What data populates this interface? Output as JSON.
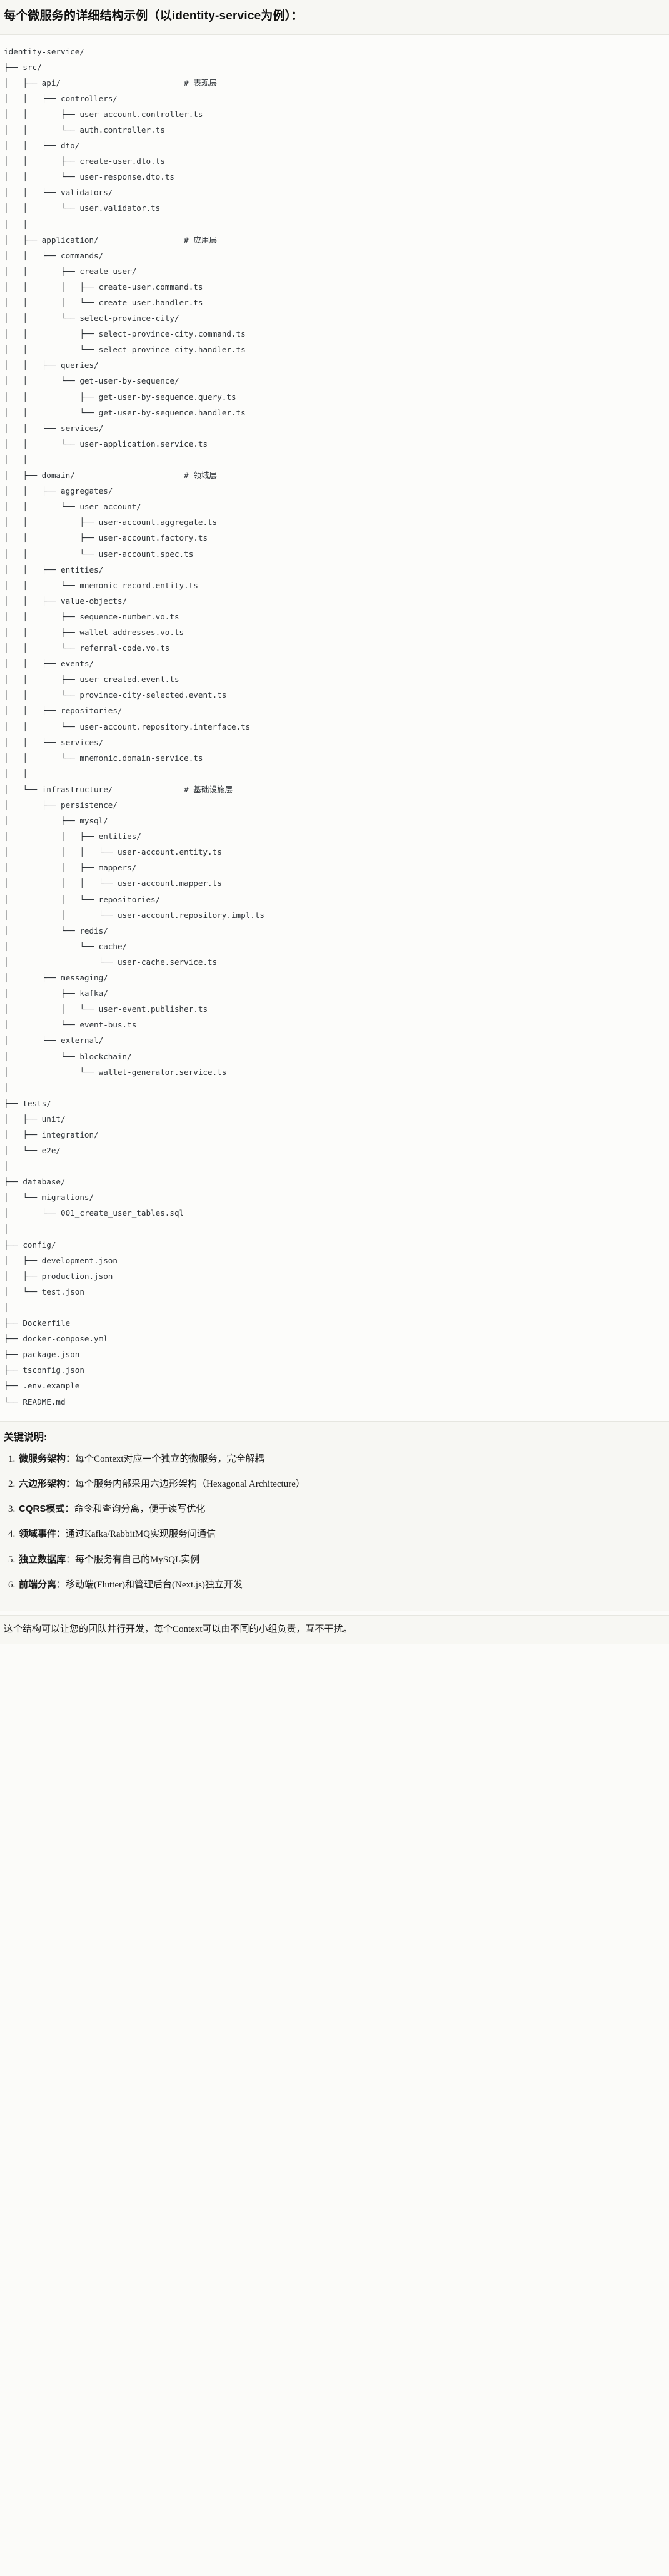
{
  "heading": {
    "text": "每个微服务的详细结构示例（以identity-service为例）："
  },
  "tree": {
    "root": "identity-service/",
    "comment_column": 38,
    "lines": [
      {
        "text": "identity-service/",
        "comment": ""
      },
      {
        "text": "├── src/",
        "comment": ""
      },
      {
        "text": "│   ├── api/",
        "comment": "# 表现层"
      },
      {
        "text": "│   │   ├── controllers/",
        "comment": ""
      },
      {
        "text": "│   │   │   ├── user-account.controller.ts",
        "comment": ""
      },
      {
        "text": "│   │   │   └── auth.controller.ts",
        "comment": ""
      },
      {
        "text": "│   │   ├── dto/",
        "comment": ""
      },
      {
        "text": "│   │   │   ├── create-user.dto.ts",
        "comment": ""
      },
      {
        "text": "│   │   │   └── user-response.dto.ts",
        "comment": ""
      },
      {
        "text": "│   │   └── validators/",
        "comment": ""
      },
      {
        "text": "│   │       └── user.validator.ts",
        "comment": ""
      },
      {
        "text": "│   │",
        "comment": ""
      },
      {
        "text": "│   ├── application/",
        "comment": "# 应用层"
      },
      {
        "text": "│   │   ├── commands/",
        "comment": ""
      },
      {
        "text": "│   │   │   ├── create-user/",
        "comment": ""
      },
      {
        "text": "│   │   │   │   ├── create-user.command.ts",
        "comment": ""
      },
      {
        "text": "│   │   │   │   └── create-user.handler.ts",
        "comment": ""
      },
      {
        "text": "│   │   │   └── select-province-city/",
        "comment": ""
      },
      {
        "text": "│   │   │       ├── select-province-city.command.ts",
        "comment": ""
      },
      {
        "text": "│   │   │       └── select-province-city.handler.ts",
        "comment": ""
      },
      {
        "text": "│   │   ├── queries/",
        "comment": ""
      },
      {
        "text": "│   │   │   └── get-user-by-sequence/",
        "comment": ""
      },
      {
        "text": "│   │   │       ├── get-user-by-sequence.query.ts",
        "comment": ""
      },
      {
        "text": "│   │   │       └── get-user-by-sequence.handler.ts",
        "comment": ""
      },
      {
        "text": "│   │   └── services/",
        "comment": ""
      },
      {
        "text": "│   │       └── user-application.service.ts",
        "comment": ""
      },
      {
        "text": "│   │",
        "comment": ""
      },
      {
        "text": "│   ├── domain/",
        "comment": "# 领域层"
      },
      {
        "text": "│   │   ├── aggregates/",
        "comment": ""
      },
      {
        "text": "│   │   │   └── user-account/",
        "comment": ""
      },
      {
        "text": "│   │   │       ├── user-account.aggregate.ts",
        "comment": ""
      },
      {
        "text": "│   │   │       ├── user-account.factory.ts",
        "comment": ""
      },
      {
        "text": "│   │   │       └── user-account.spec.ts",
        "comment": ""
      },
      {
        "text": "│   │   ├── entities/",
        "comment": ""
      },
      {
        "text": "│   │   │   └── mnemonic-record.entity.ts",
        "comment": ""
      },
      {
        "text": "│   │   ├── value-objects/",
        "comment": ""
      },
      {
        "text": "│   │   │   ├── sequence-number.vo.ts",
        "comment": ""
      },
      {
        "text": "│   │   │   ├── wallet-addresses.vo.ts",
        "comment": ""
      },
      {
        "text": "│   │   │   └── referral-code.vo.ts",
        "comment": ""
      },
      {
        "text": "│   │   ├── events/",
        "comment": ""
      },
      {
        "text": "│   │   │   ├── user-created.event.ts",
        "comment": ""
      },
      {
        "text": "│   │   │   └── province-city-selected.event.ts",
        "comment": ""
      },
      {
        "text": "│   │   ├── repositories/",
        "comment": ""
      },
      {
        "text": "│   │   │   └── user-account.repository.interface.ts",
        "comment": ""
      },
      {
        "text": "│   │   └── services/",
        "comment": ""
      },
      {
        "text": "│   │       └── mnemonic.domain-service.ts",
        "comment": ""
      },
      {
        "text": "│   │",
        "comment": ""
      },
      {
        "text": "│   └── infrastructure/",
        "comment": "# 基础设施层"
      },
      {
        "text": "│       ├── persistence/",
        "comment": ""
      },
      {
        "text": "│       │   ├── mysql/",
        "comment": ""
      },
      {
        "text": "│       │   │   ├── entities/",
        "comment": ""
      },
      {
        "text": "│       │   │   │   └── user-account.entity.ts",
        "comment": ""
      },
      {
        "text": "│       │   │   ├── mappers/",
        "comment": ""
      },
      {
        "text": "│       │   │   │   └── user-account.mapper.ts",
        "comment": ""
      },
      {
        "text": "│       │   │   └── repositories/",
        "comment": ""
      },
      {
        "text": "│       │   │       └── user-account.repository.impl.ts",
        "comment": ""
      },
      {
        "text": "│       │   └── redis/",
        "comment": ""
      },
      {
        "text": "│       │       └── cache/",
        "comment": ""
      },
      {
        "text": "│       │           └── user-cache.service.ts",
        "comment": ""
      },
      {
        "text": "│       ├── messaging/",
        "comment": ""
      },
      {
        "text": "│       │   ├── kafka/",
        "comment": ""
      },
      {
        "text": "│       │   │   └── user-event.publisher.ts",
        "comment": ""
      },
      {
        "text": "│       │   └── event-bus.ts",
        "comment": ""
      },
      {
        "text": "│       └── external/",
        "comment": ""
      },
      {
        "text": "│           └── blockchain/",
        "comment": ""
      },
      {
        "text": "│               └── wallet-generator.service.ts",
        "comment": ""
      },
      {
        "text": "│",
        "comment": ""
      },
      {
        "text": "├── tests/",
        "comment": ""
      },
      {
        "text": "│   ├── unit/",
        "comment": ""
      },
      {
        "text": "│   ├── integration/",
        "comment": ""
      },
      {
        "text": "│   └── e2e/",
        "comment": ""
      },
      {
        "text": "│",
        "comment": ""
      },
      {
        "text": "├── database/",
        "comment": ""
      },
      {
        "text": "│   └── migrations/",
        "comment": ""
      },
      {
        "text": "│       └── 001_create_user_tables.sql",
        "comment": ""
      },
      {
        "text": "│",
        "comment": ""
      },
      {
        "text": "├── config/",
        "comment": ""
      },
      {
        "text": "│   ├── development.json",
        "comment": ""
      },
      {
        "text": "│   ├── production.json",
        "comment": ""
      },
      {
        "text": "│   └── test.json",
        "comment": ""
      },
      {
        "text": "│",
        "comment": ""
      },
      {
        "text": "├── Dockerfile",
        "comment": ""
      },
      {
        "text": "├── docker-compose.yml",
        "comment": ""
      },
      {
        "text": "├── package.json",
        "comment": ""
      },
      {
        "text": "├── tsconfig.json",
        "comment": ""
      },
      {
        "text": "├── .env.example",
        "comment": ""
      },
      {
        "text": "└── README.md",
        "comment": ""
      }
    ]
  },
  "notes": {
    "title": "关键说明:",
    "items": [
      {
        "lead": "微服务架构",
        "body": "：每个Context对应一个独立的微服务，完全解耦"
      },
      {
        "lead": "六边形架构",
        "body": "：每个服务内部采用六边形架构（Hexagonal Architecture）"
      },
      {
        "lead": "CQRS模式",
        "body": "：命令和查询分离，便于读写优化"
      },
      {
        "lead": "领域事件",
        "body": "：通过Kafka/RabbitMQ实现服务间通信"
      },
      {
        "lead": "独立数据库",
        "body": "：每个服务有自己的MySQL实例"
      },
      {
        "lead": "前端分离",
        "body": "：移动端(Flutter)和管理后台(Next.js)独立开发"
      }
    ],
    "closing": "这个结构可以让您的团队并行开发，每个Context可以由不同的小组负责，互不干扰。"
  }
}
